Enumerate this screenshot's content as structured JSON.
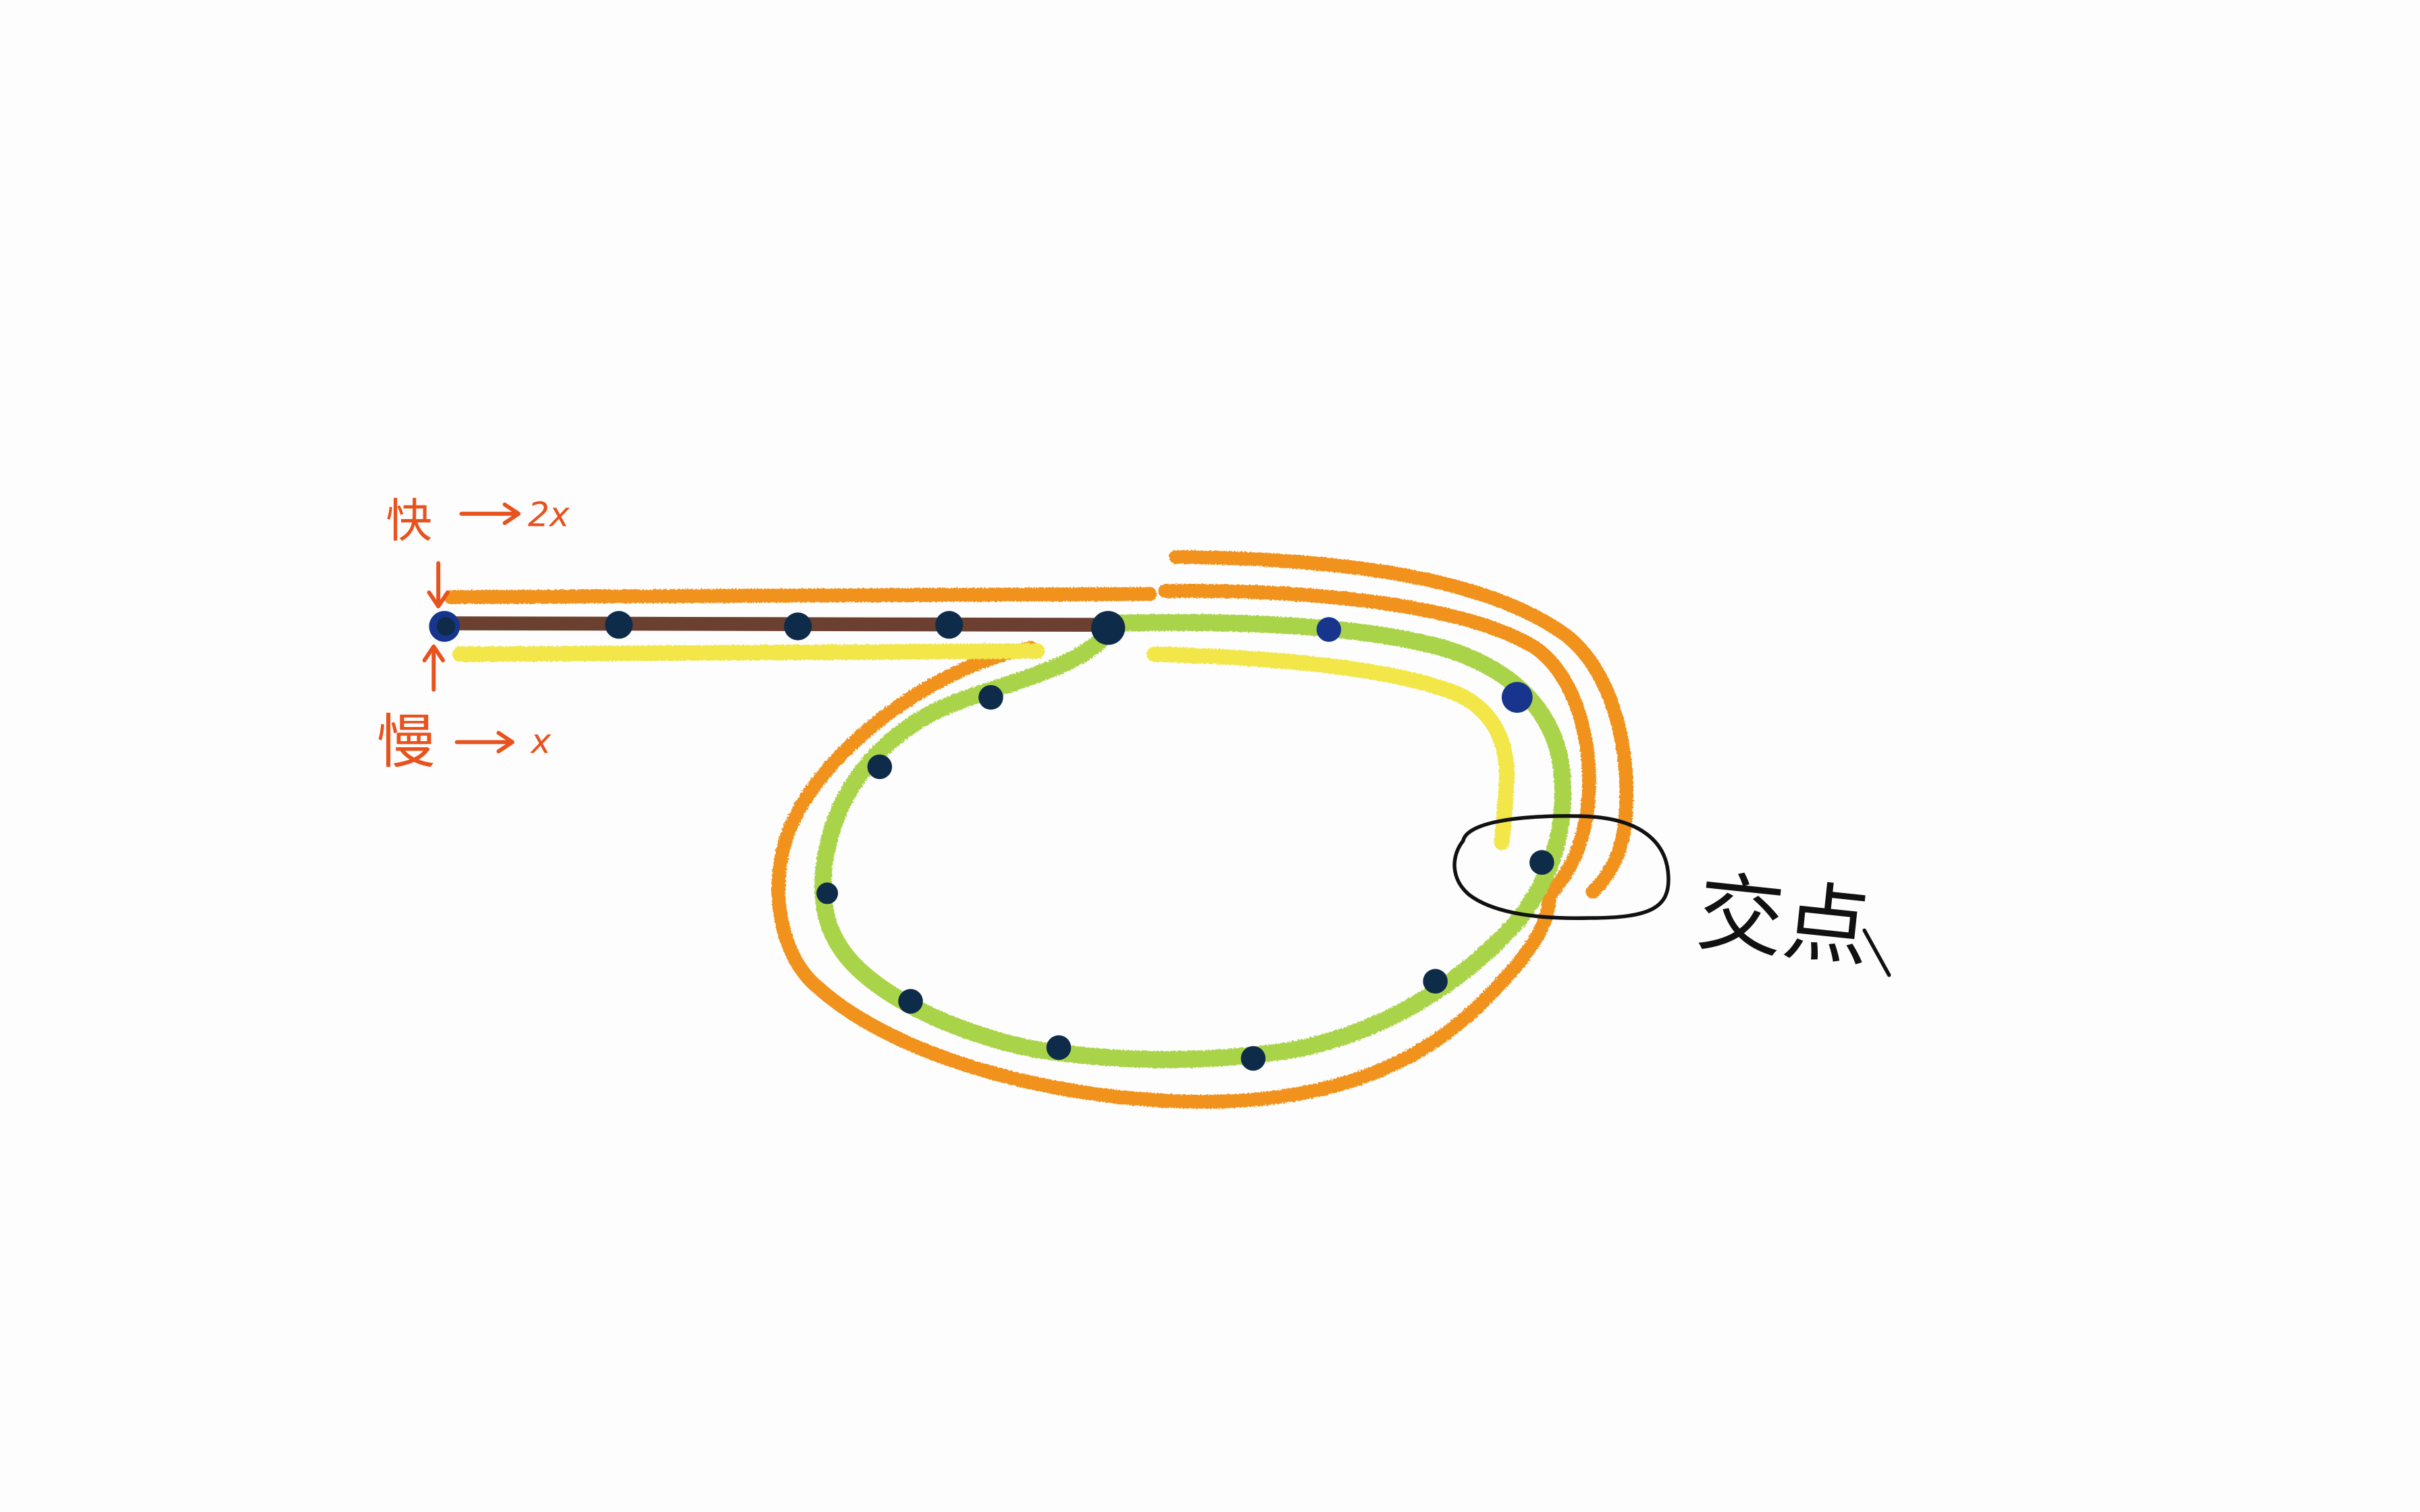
{
  "labels": {
    "fast": "快",
    "fast_speed": "2x",
    "slow": "慢",
    "slow_speed": "x",
    "intersection": "交点"
  },
  "colors": {
    "background": "#fdfdfd",
    "fast_pointer_path": "#f0921e",
    "slow_pointer_path": "#f2e64a",
    "linked_list_straight": "#6b4030",
    "linked_list_cycle": "#a9d44a",
    "node": "#0e2c4a",
    "node_highlight": "#17358c",
    "label_red": "#e8521c",
    "annotation_ink": "#111111"
  },
  "icons": {
    "fast_arrow": "arrow-right-icon",
    "slow_arrow": "arrow-right-icon",
    "fast_down_arrow": "arrow-down-icon",
    "slow_up_arrow": "arrow-up-icon"
  }
}
